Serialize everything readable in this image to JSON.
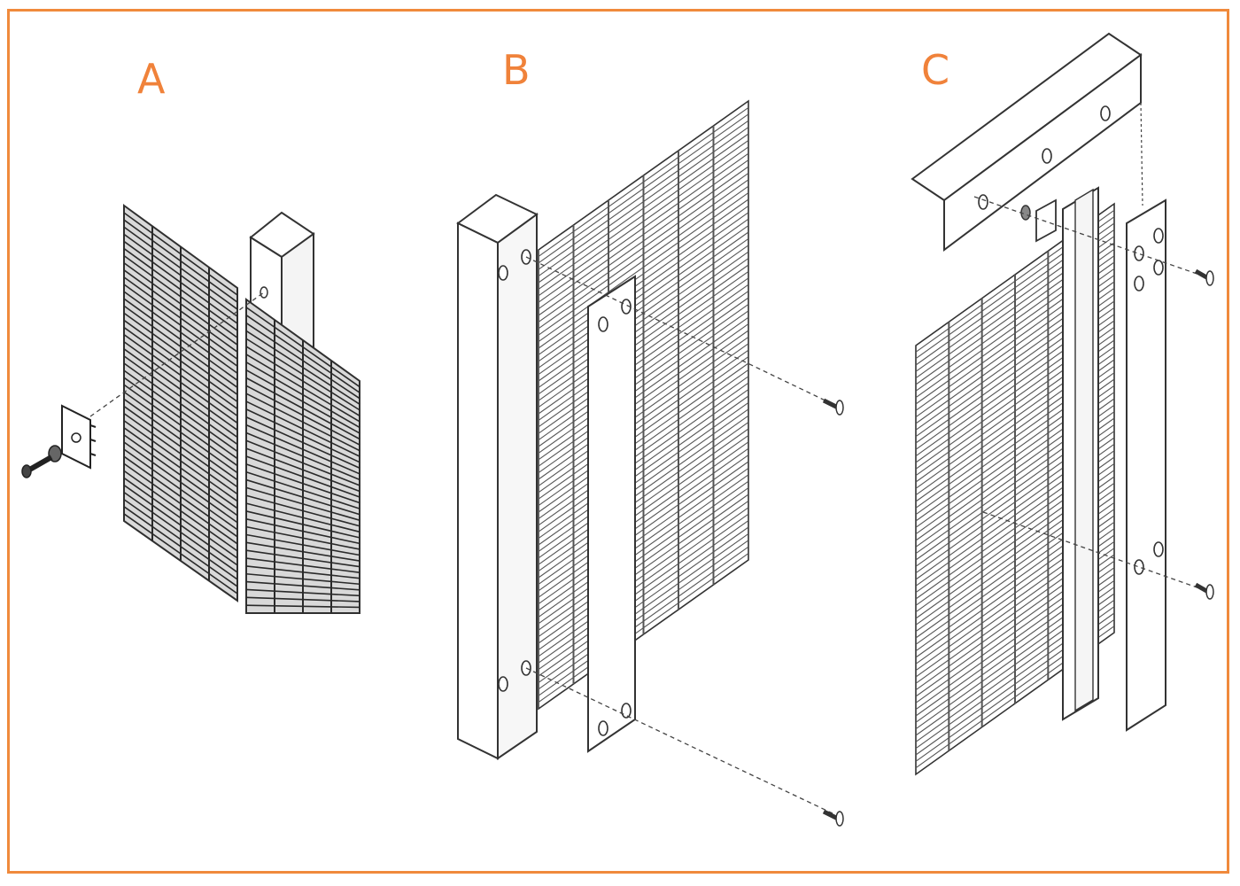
{
  "diagram": {
    "labels": {
      "a": "A",
      "b": "B",
      "c": "C"
    },
    "colors": {
      "frame": "#f08a3c",
      "label": "#f0823a",
      "line": "#3a3a3a",
      "mesh": "#555555",
      "fill": "#ffffff"
    }
  }
}
